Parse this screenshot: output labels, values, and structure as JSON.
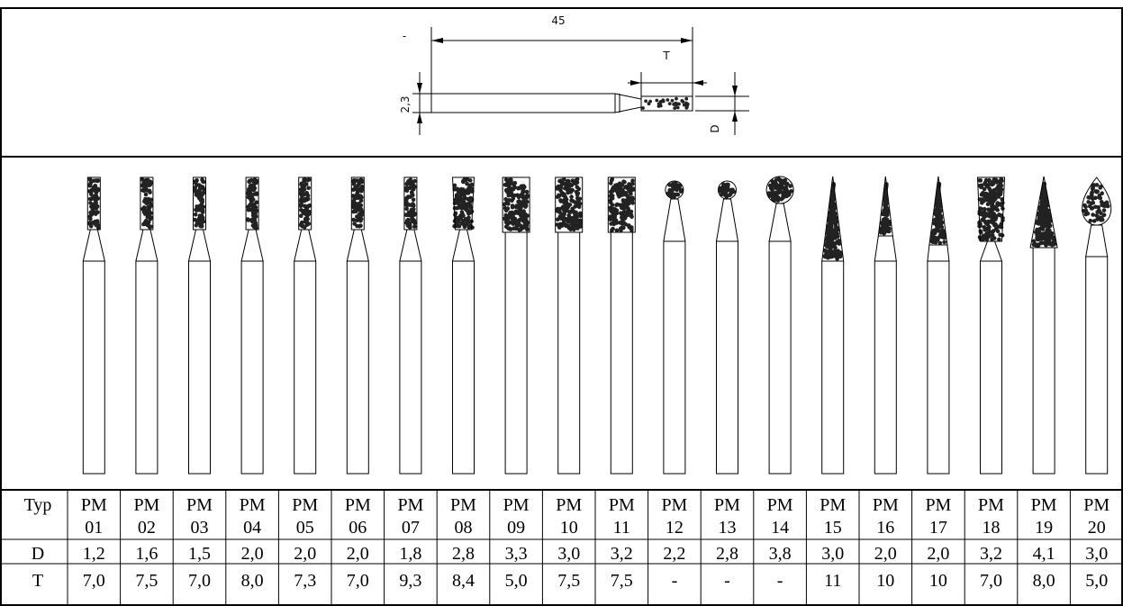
{
  "dimensions": {
    "overall_length": "45",
    "working_length": "T",
    "shank_diameter": "2,3",
    "head_diameter": "D",
    "top_mark": "-"
  },
  "table": {
    "header_label": "Typ",
    "d_label": "D",
    "t_label": "T",
    "types": [
      {
        "line1": "PM",
        "line2": "01",
        "d": "1,2",
        "t": "7,0",
        "shape": "cylinder"
      },
      {
        "line1": "PM",
        "line2": "02",
        "d": "1,6",
        "t": "7,5",
        "shape": "cylinder"
      },
      {
        "line1": "PM",
        "line2": "03",
        "d": "1,5",
        "t": "7,0",
        "shape": "cylinder"
      },
      {
        "line1": "PM",
        "line2": "04",
        "d": "2,0",
        "t": "8,0",
        "shape": "cylinder"
      },
      {
        "line1": "PM",
        "line2": "05",
        "d": "2,0",
        "t": "7,3",
        "shape": "cylinder"
      },
      {
        "line1": "PM",
        "line2": "06",
        "d": "2,0",
        "t": "7,0",
        "shape": "round-top"
      },
      {
        "line1": "PM",
        "line2": "07",
        "d": "1,8",
        "t": "9,3",
        "shape": "cylinder"
      },
      {
        "line1": "PM",
        "line2": "08",
        "d": "2,8",
        "t": "8,4",
        "shape": "taper"
      },
      {
        "line1": "PM",
        "line2": "09",
        "d": "3,3",
        "t": "5,0",
        "shape": "wide"
      },
      {
        "line1": "PM",
        "line2": "10",
        "d": "3,0",
        "t": "7,5",
        "shape": "wide"
      },
      {
        "line1": "PM",
        "line2": "11",
        "d": "3,2",
        "t": "7,5",
        "shape": "wide"
      },
      {
        "line1": "PM",
        "line2": "12",
        "d": "2,2",
        "t": "-",
        "shape": "ball"
      },
      {
        "line1": "PM",
        "line2": "13",
        "d": "2,8",
        "t": "-",
        "shape": "ball"
      },
      {
        "line1": "PM",
        "line2": "14",
        "d": "3,8",
        "t": "-",
        "shape": "ball-large"
      },
      {
        "line1": "PM",
        "line2": "15",
        "d": "3,0",
        "t": "11",
        "shape": "cone"
      },
      {
        "line1": "PM",
        "line2": "16",
        "d": "2,0",
        "t": "10",
        "shape": "needle"
      },
      {
        "line1": "PM",
        "line2": "17",
        "d": "2,0",
        "t": "10",
        "shape": "needle-wide"
      },
      {
        "line1": "PM",
        "line2": "18",
        "d": "3,2",
        "t": "7,0",
        "shape": "taper-wide"
      },
      {
        "line1": "PM",
        "line2": "19",
        "d": "4,1",
        "t": "8,0",
        "shape": "tree"
      },
      {
        "line1": "PM",
        "line2": "20",
        "d": "3,0",
        "t": "5,0",
        "shape": "flame"
      }
    ]
  }
}
